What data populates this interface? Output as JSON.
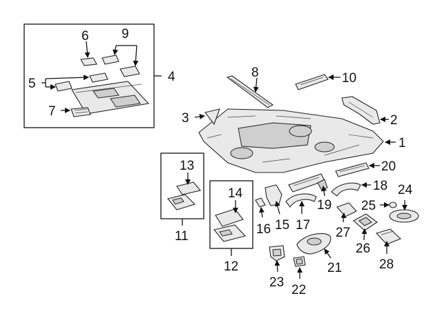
{
  "callouts": {
    "c1": "1",
    "c2": "2",
    "c3": "3",
    "c4": "4",
    "c5": "5",
    "c6": "6",
    "c7": "7",
    "c8": "8",
    "c9": "9",
    "c10": "10",
    "c11": "11",
    "c12": "12",
    "c13": "13",
    "c14": "14",
    "c15": "15",
    "c16": "16",
    "c17": "17",
    "c18": "18",
    "c19": "19",
    "c20": "20",
    "c21": "21",
    "c22": "22",
    "c23": "23",
    "c24": "24",
    "c25": "25",
    "c26": "26",
    "c27": "27",
    "c28": "28"
  }
}
